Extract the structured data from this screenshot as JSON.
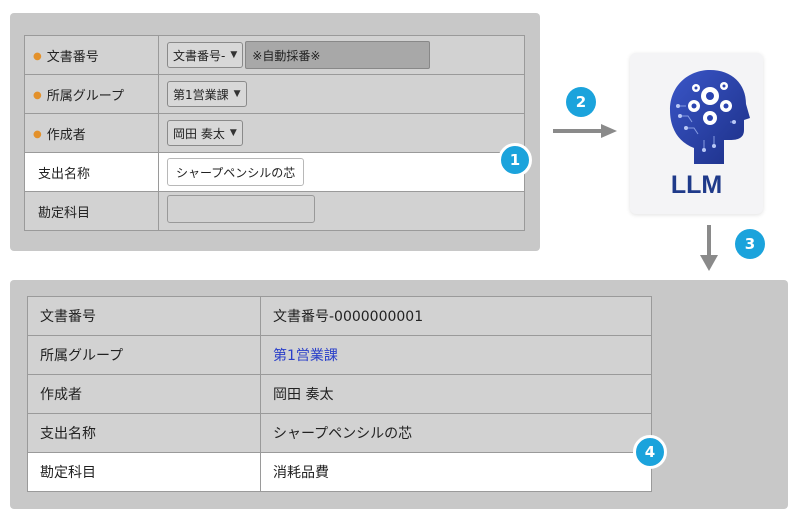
{
  "form": {
    "rows": [
      {
        "label": "文書番号",
        "required": true
      },
      {
        "label": "所属グループ",
        "required": true
      },
      {
        "label": "作成者",
        "required": true
      },
      {
        "label": "支出名称",
        "required": false
      },
      {
        "label": "勘定科目",
        "required": false
      }
    ],
    "doc_number_select": "文書番号-",
    "auto_number_text": "※自動採番※",
    "group_select": "第1営業課",
    "author_select": "岡田 奏太",
    "expense_name_value": "シャープペンシルの芯",
    "account_value": ""
  },
  "badges": [
    "1",
    "2",
    "3",
    "4"
  ],
  "llm": {
    "label": "LLM"
  },
  "result": {
    "rows": [
      {
        "label": "文書番号",
        "value": "文書番号-0000000001"
      },
      {
        "label": "所属グループ",
        "value": "第1営業課"
      },
      {
        "label": "作成者",
        "value": "岡田 奏太"
      },
      {
        "label": "支出名称",
        "value": "シャープペンシルの芯"
      },
      {
        "label": "勘定科目",
        "value": "消耗品費"
      }
    ]
  },
  "colors": {
    "accent": "#1ba3dc",
    "required_mark": "#e3912b",
    "link": "#2a3fc9",
    "llm_text": "#1f3a8a"
  }
}
